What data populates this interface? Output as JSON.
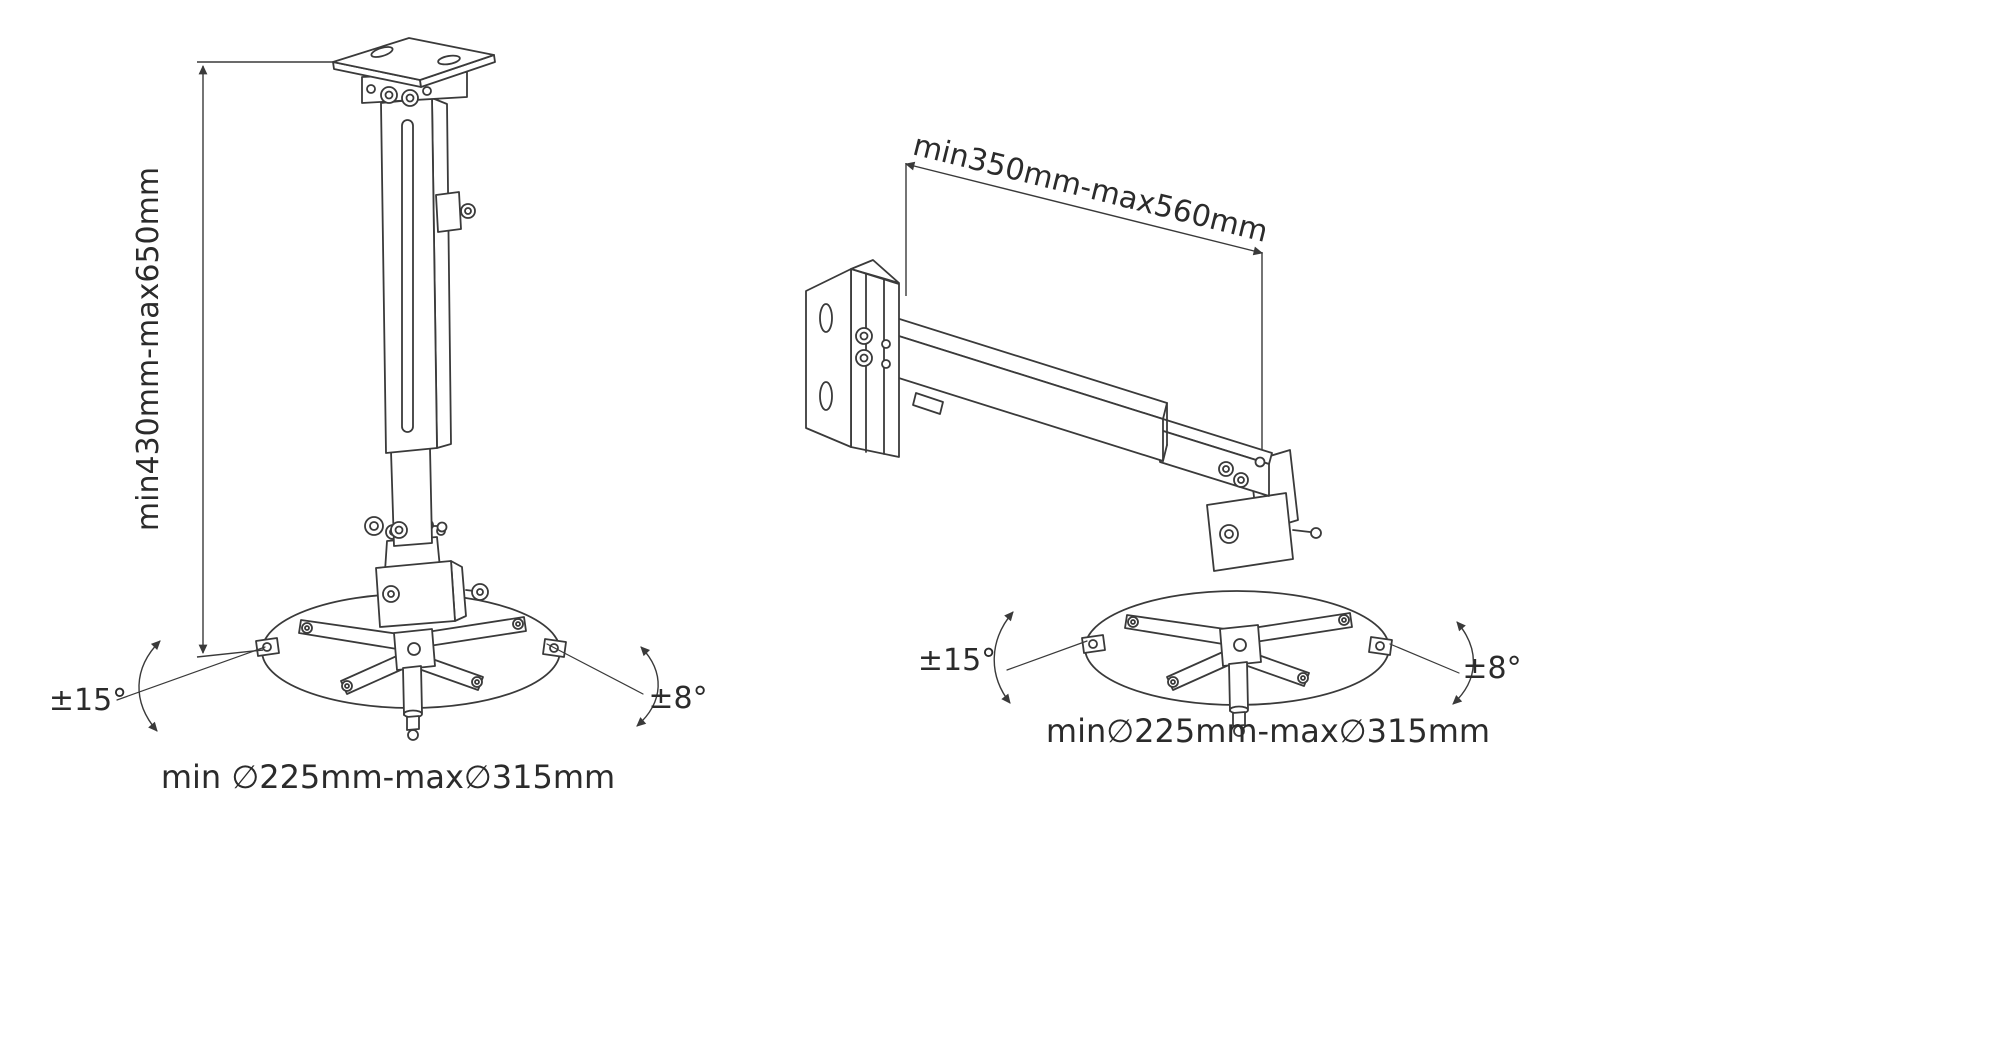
{
  "page": {
    "background_color": "#ffffff",
    "line_color": "#3a3a3a",
    "text_color": "#2b2b2b"
  },
  "ceiling_mount": {
    "height_range_label": "min430mm-max650mm",
    "tilt_angle_label": "±15°",
    "swivel_angle_label": "±8°",
    "diameter_range_label": "min ∅225mm-max∅315mm"
  },
  "wall_mount": {
    "extension_range_label": "min350mm-max560mm",
    "tilt_angle_label": "±15°",
    "swivel_angle_label": "±8°",
    "diameter_range_label": "min∅225mm-max∅315mm"
  }
}
